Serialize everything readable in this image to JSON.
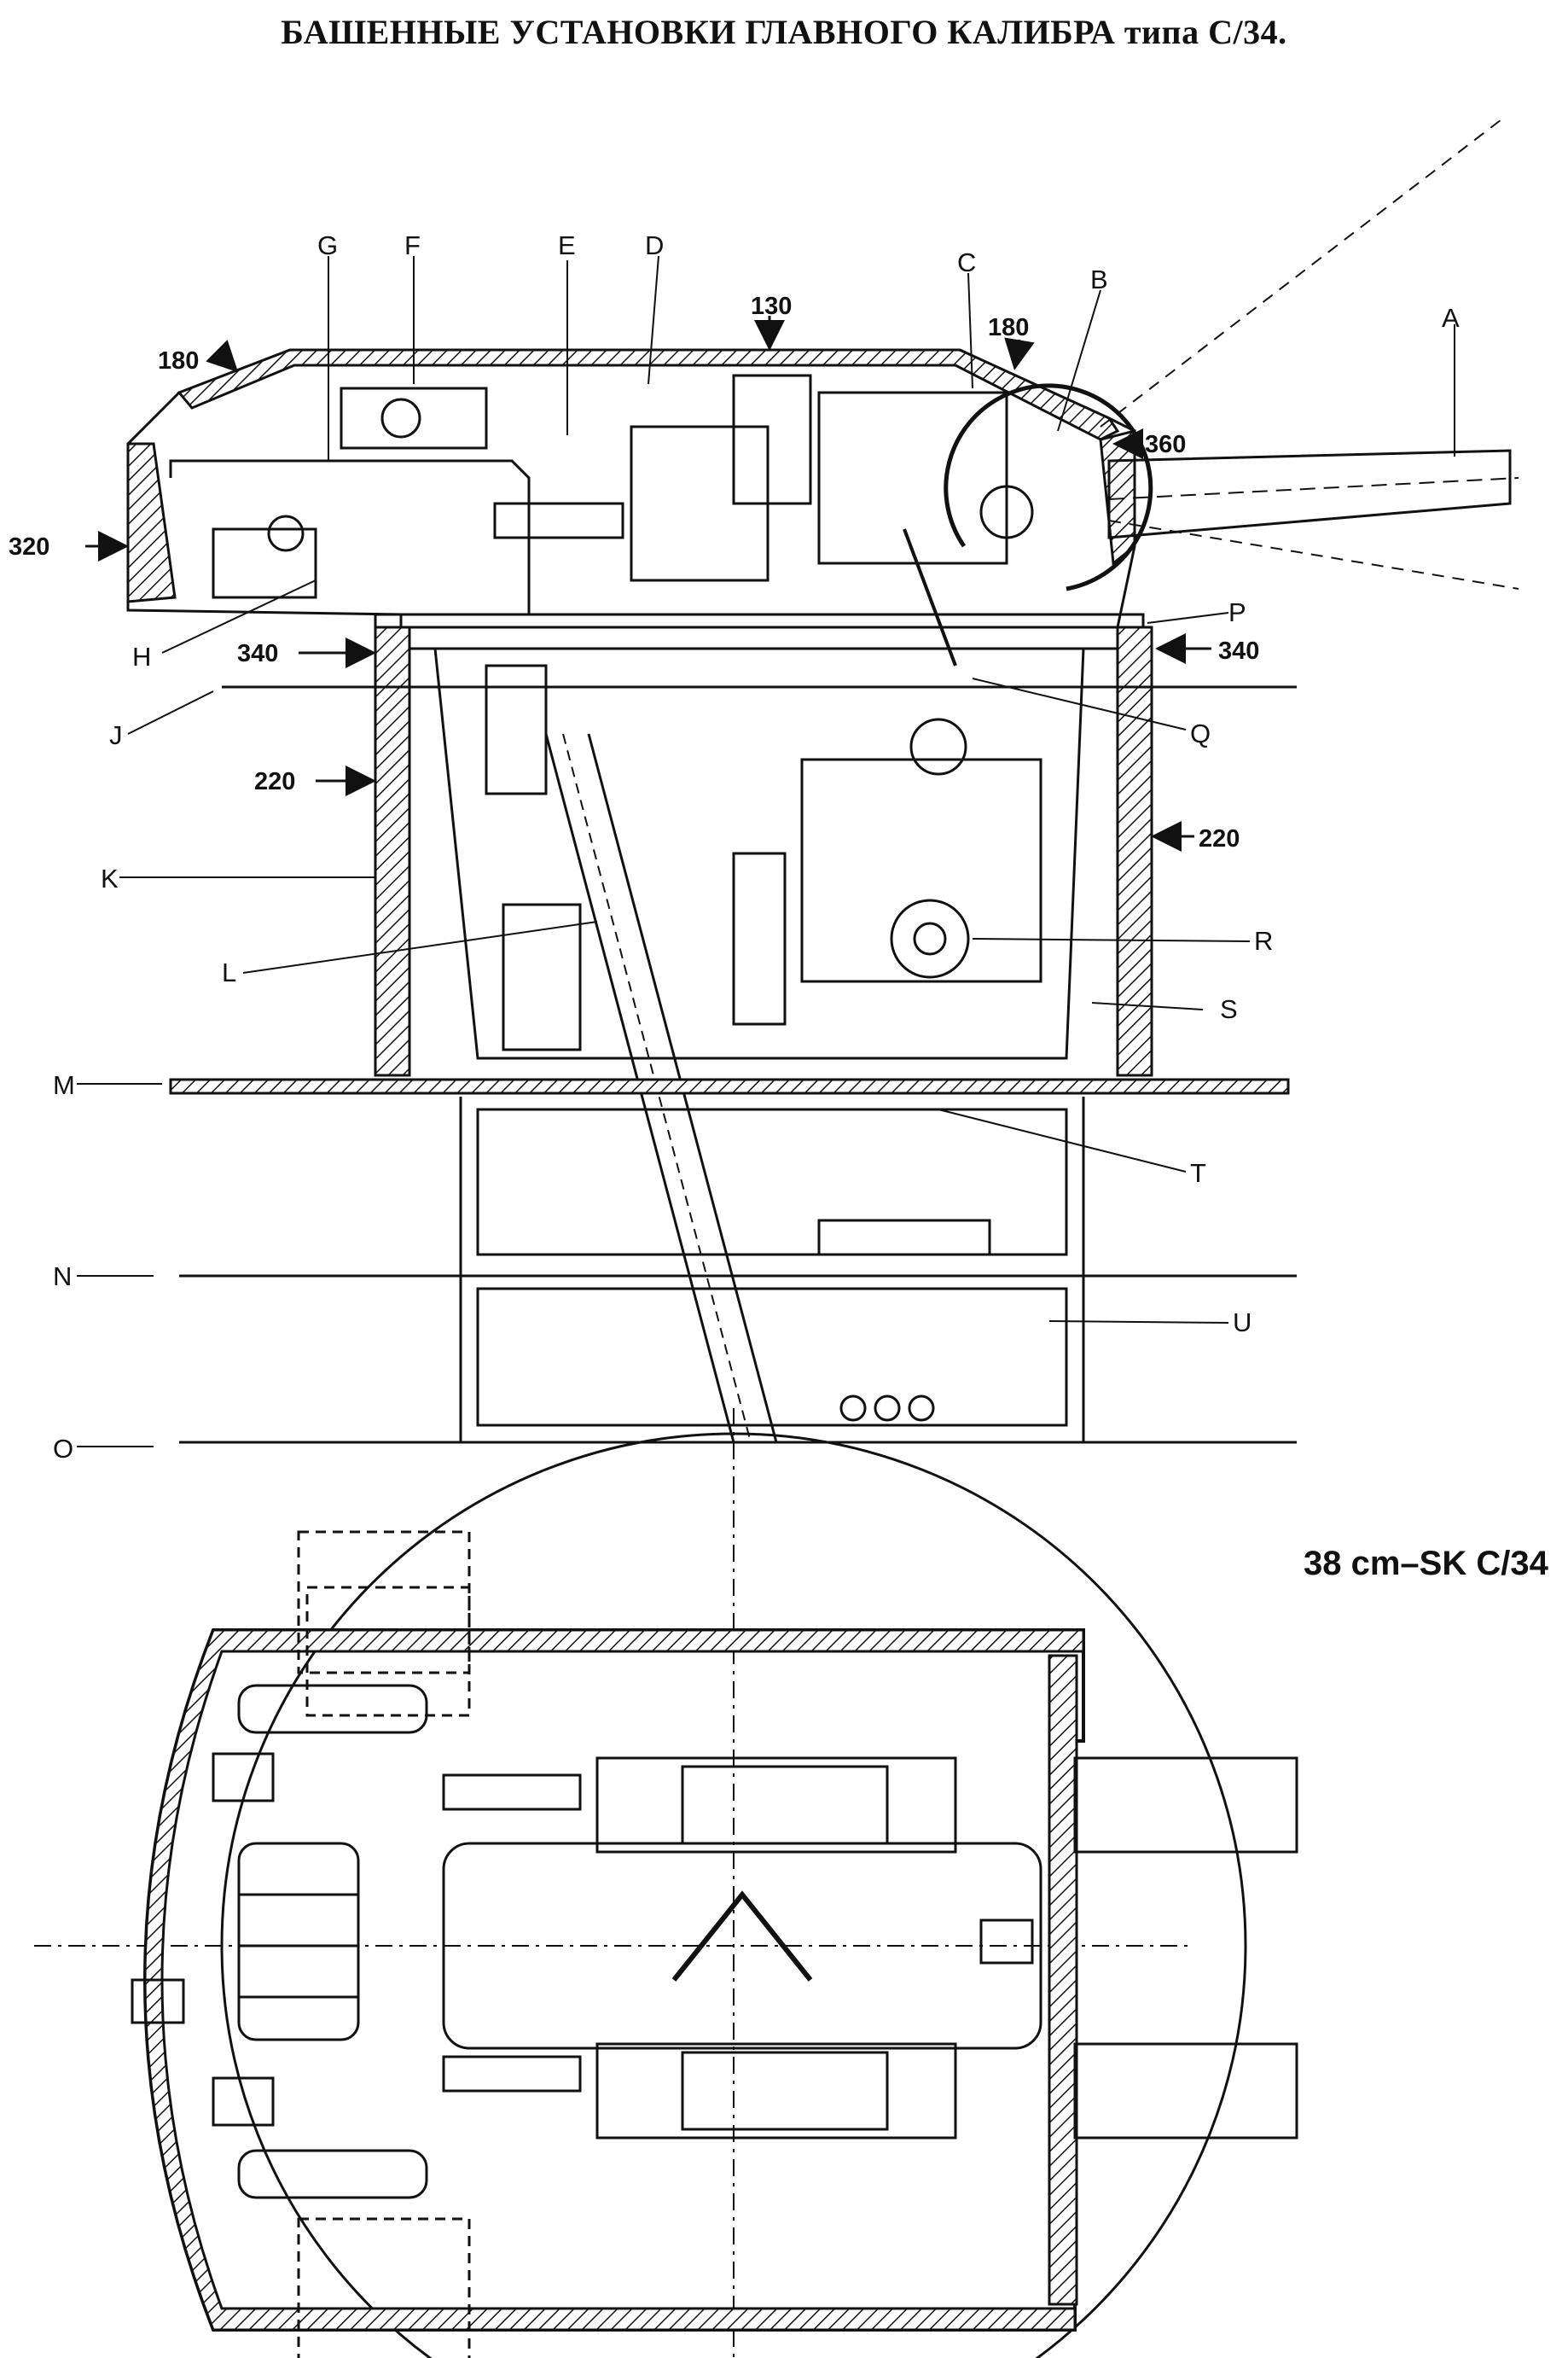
{
  "title": "БАШЕННЫЕ УСТАНОВКИ ГЛАВНОГО КАЛИБРА типа С/34.",
  "designation": "38 cm–SK C/34",
  "letter_labels": {
    "A": "A",
    "B": "B",
    "C": "C",
    "D": "D",
    "E": "E",
    "F": "F",
    "G": "G",
    "H": "H",
    "J": "J",
    "K": "K",
    "L": "L",
    "M": "M",
    "N": "N",
    "O": "O",
    "P": "P",
    "Q": "Q",
    "R": "R",
    "S": "S",
    "T": "T",
    "U": "U"
  },
  "armor_thickness_labels": {
    "roof_front": "130",
    "roof_rear": "180",
    "roof_slope": "180",
    "rear_wall": "320",
    "face_plate": "360",
    "barbette_left": "340",
    "barbette_right": "340",
    "barbette_lower_left": "220",
    "barbette_lower_right": "220"
  },
  "colors": {
    "ink": "#111111",
    "paper": "#ffffff"
  }
}
